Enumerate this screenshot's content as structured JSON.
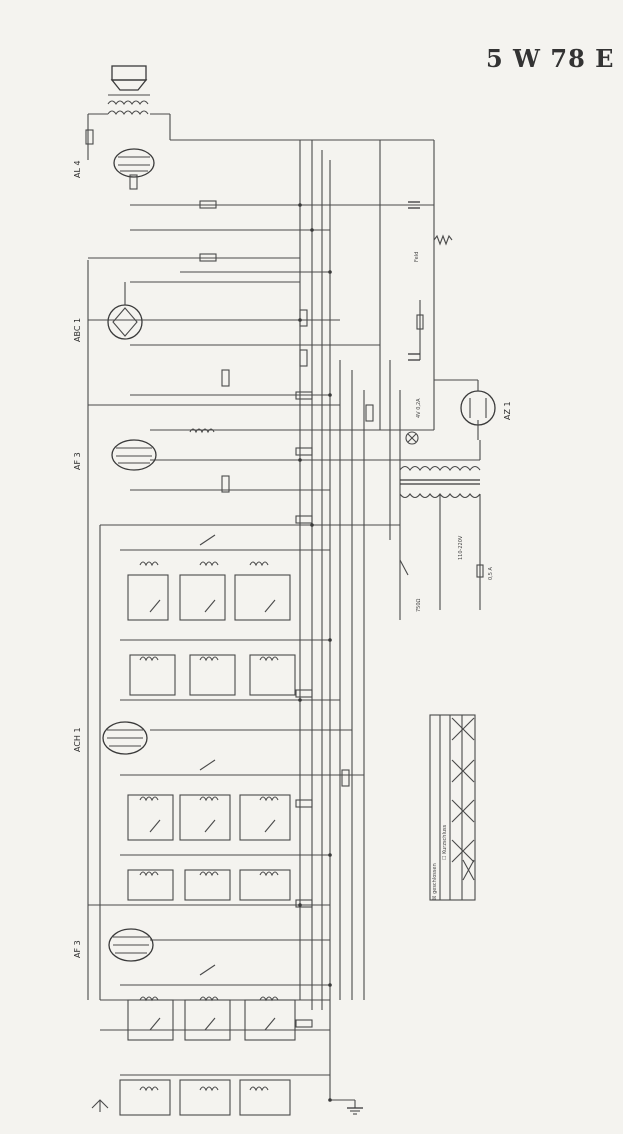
{
  "title": "5 W 78 E",
  "tubes": [
    {
      "label": "AL 4"
    },
    {
      "label": "ABC 1"
    },
    {
      "label": "AF 3"
    },
    {
      "label": "ACH 1"
    },
    {
      "label": "AF 3"
    },
    {
      "label": "AZ 1"
    }
  ],
  "notes": {
    "pilot_lamp": "4V 0,2A",
    "mains": "110-220V",
    "fuse": "0,5 A",
    "hum_resistor": "750Ω",
    "field_coil": "Feld",
    "switch_legend_1": "☒ geschlossen",
    "switch_legend_2": "☐ Kurzschluss"
  },
  "colors": {
    "ink": "#3a3a3a",
    "paper": "#f4f3ef"
  }
}
